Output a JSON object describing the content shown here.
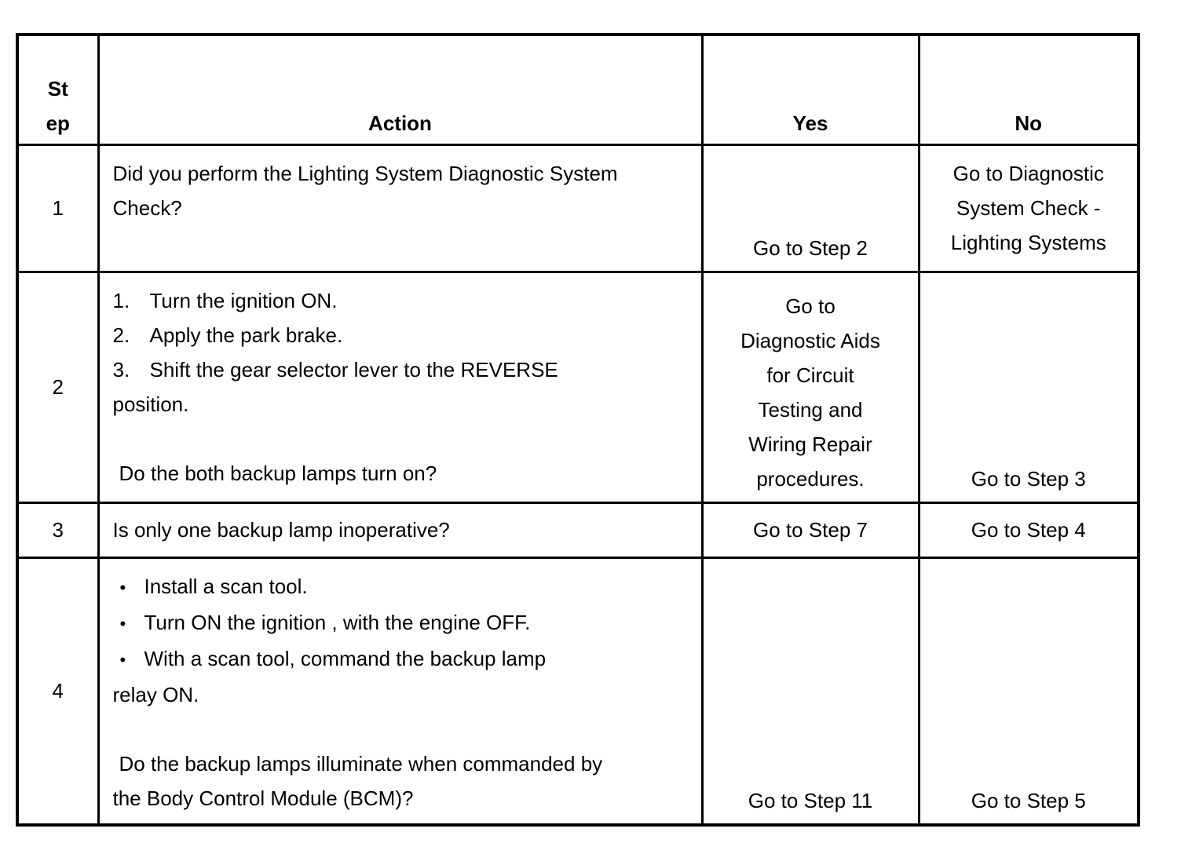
{
  "colors": {
    "background": "#ffffff",
    "text": "#000000",
    "border": "#000000"
  },
  "glyphs": {
    "bullet_char": "•"
  },
  "header": {
    "step_line1": "St",
    "step_line2": "ep",
    "action": "Action",
    "yes": "Yes",
    "no": "No"
  },
  "rows": [
    {
      "step": "1",
      "action_line1": "Did you perform the Lighting System Diagnostic System",
      "action_line2": "Check?",
      "yes": "Go to Step 2",
      "no_line1": "Go to Diagnostic",
      "no_line2": "System Check -",
      "no_line3": "Lighting Systems"
    },
    {
      "step": "2",
      "item1_num": "1.",
      "item1": "Turn the ignition ON.",
      "item2_num": "2.",
      "item2": "Apply the park brake.",
      "item3_num": "3.",
      "item3": "Shift the gear selector lever to the REVERSE",
      "item3_cont": "position.",
      "question": "Do the both backup lamps turn on?",
      "yes_line1": "Go to",
      "yes_line2": "Diagnostic Aids",
      "yes_line3": "for Circuit",
      "yes_line4": "Testing and",
      "yes_line5": "Wiring Repair",
      "yes_line6": "procedures.",
      "no": "Go to Step 3"
    },
    {
      "step": "3",
      "question": "Is only one backup lamp inoperative?",
      "yes": "Go to Step 7",
      "no": "Go to Step 4"
    },
    {
      "step": "4",
      "bullet1": "Install a scan tool.",
      "bullet2": "Turn ON the ignition , with the engine OFF.",
      "bullet3": "With a scan tool, command the backup lamp",
      "bullet3_cont": "relay ON.",
      "question_line1": "Do the backup lamps illuminate when commanded by",
      "question_line2": "the Body Control Module (BCM)?",
      "yes": "Go to Step 11",
      "no": "Go to Step 5"
    }
  ]
}
